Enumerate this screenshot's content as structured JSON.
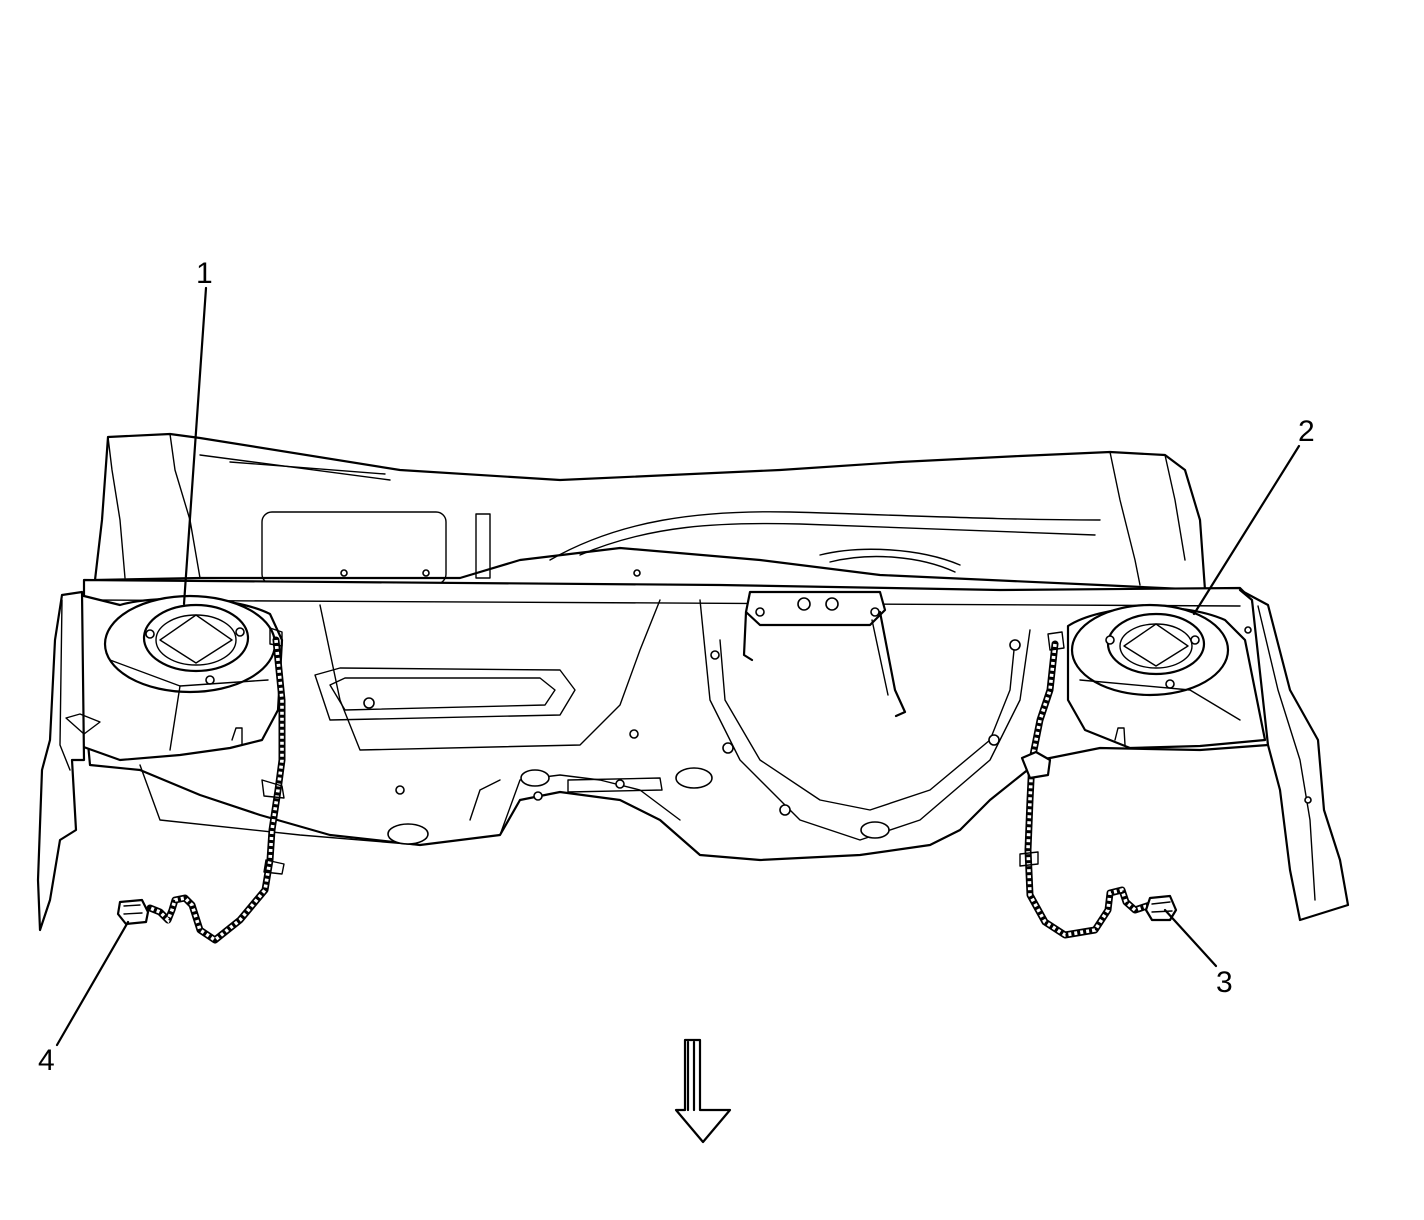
{
  "callouts": {
    "c1": "1",
    "c2": "2",
    "c3": "3",
    "c4": "4"
  },
  "icons": {
    "direction_arrow": "down-arrow-icon",
    "left_connector": "electrical-connector-icon",
    "right_connector": "electrical-connector-icon"
  },
  "colors": {
    "line": "#000000",
    "background": "#ffffff"
  }
}
